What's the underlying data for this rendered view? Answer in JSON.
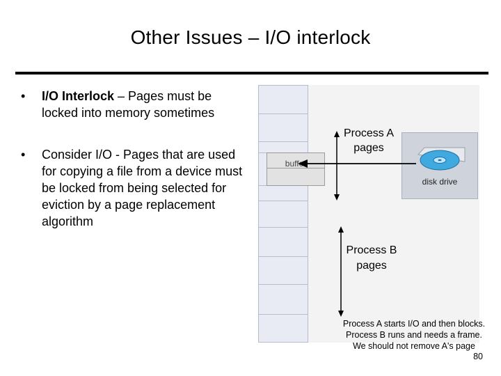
{
  "slide": {
    "title": "Other Issues – I/O interlock",
    "bullets": [
      {
        "marker": "•",
        "strong": "I/O Interlock",
        "rest": " – Pages must be locked into memory sometimes"
      },
      {
        "marker": "•",
        "strong": "",
        "rest": "Consider I/O - Pages that are used for copying a file from a device must be locked from being selected for eviction by a page replacement algorithm"
      }
    ],
    "page_number": "80"
  },
  "figure": {
    "buffer_label": "buffer",
    "disk_label": "disk drive",
    "process_a_label": "Process A pages",
    "process_b_label": "Process B pages",
    "caption_lines": [
      "Process A starts I/O and then blocks.",
      "Process B runs and needs a frame.",
      "We should not remove A's page"
    ],
    "colors": {
      "memory_fill": "#e8ebf4",
      "disk_fill": "#cfd4dc",
      "disk_platter": "#3fa9e0"
    }
  }
}
